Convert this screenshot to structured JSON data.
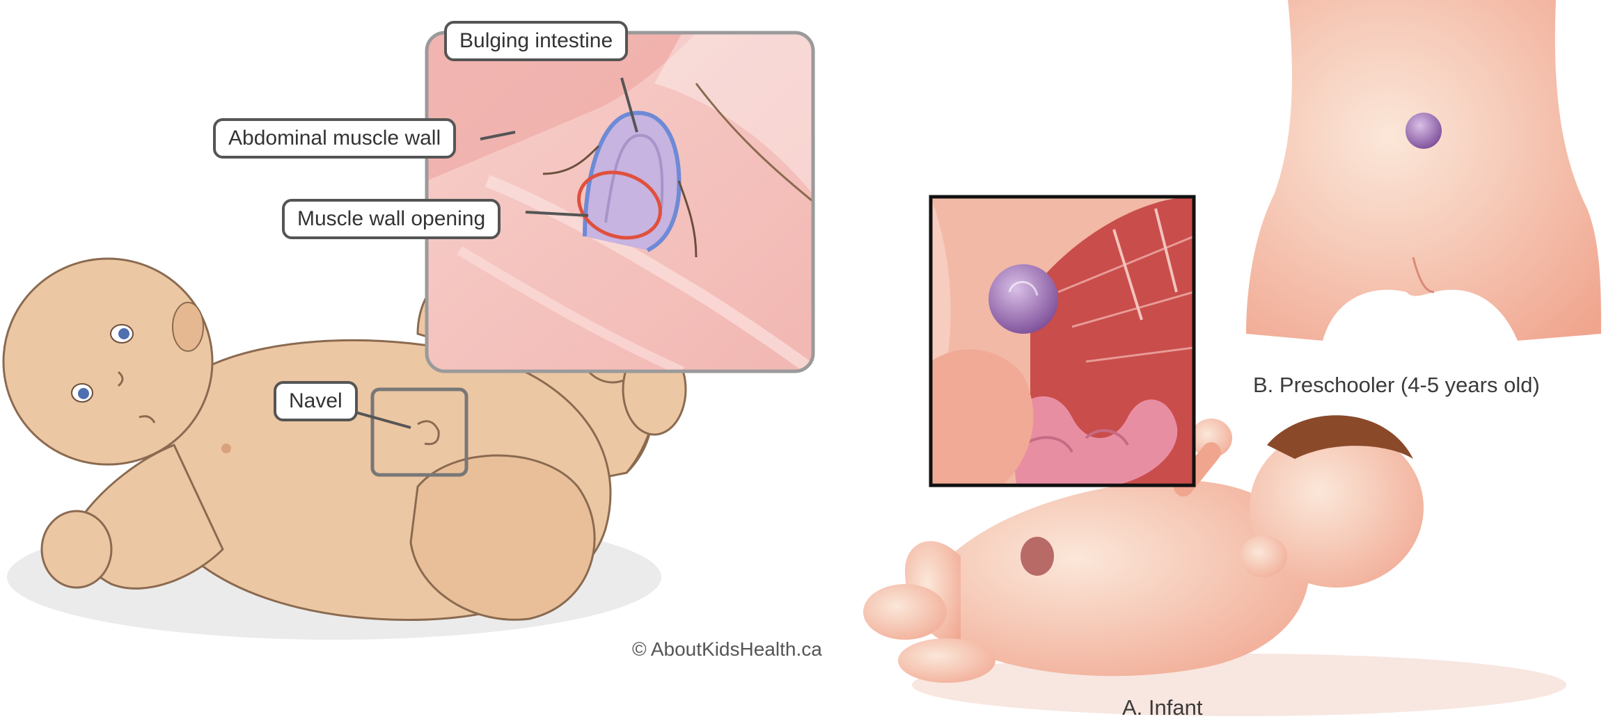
{
  "left_figure": {
    "labels": {
      "bulging_intestine": "Bulging intestine",
      "abdominal_muscle_wall": "Abdominal muscle wall",
      "muscle_wall_opening": "Muscle wall opening",
      "navel": "Navel"
    },
    "copyright": "© AboutKidsHealth.ca"
  },
  "right_figure": {
    "captions": {
      "preschooler": "B. Preschooler (4-5 years old)",
      "infant": "A. Infant"
    }
  },
  "colors": {
    "cartoon_skin": "#ecc7a3",
    "cartoon_outline": "#8a6a50",
    "inset_pink": "#f5c4c0",
    "intestine_purple": "#b9a5d6",
    "opening_ring": "#e0503c",
    "realistic_skin": "#f3b39d",
    "hernia_purple": "#8d5fa3"
  }
}
